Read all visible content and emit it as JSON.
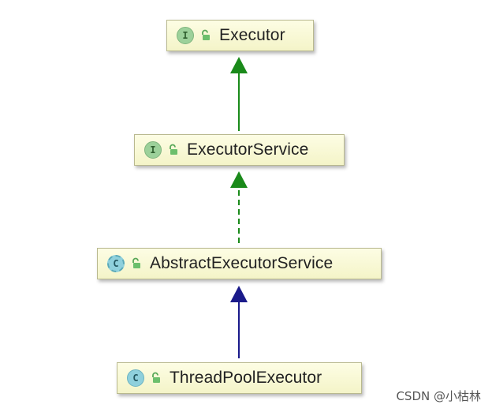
{
  "nodes": {
    "executor": {
      "badge": "I",
      "name": "Executor"
    },
    "executor_service": {
      "badge": "I",
      "name": "ExecutorService"
    },
    "abstract_executor_service": {
      "badge": "C",
      "name": "AbstractExecutorService"
    },
    "thread_pool_executor": {
      "badge": "C",
      "name": "ThreadPoolExecutor"
    }
  },
  "edges": [
    {
      "from": "ExecutorService",
      "to": "Executor",
      "style": "solid",
      "color": "#1a8a1a"
    },
    {
      "from": "AbstractExecutorService",
      "to": "ExecutorService",
      "style": "dashed",
      "color": "#1a8a1a"
    },
    {
      "from": "ThreadPoolExecutor",
      "to": "AbstractExecutorService",
      "style": "solid",
      "color": "#1a1a8a"
    }
  ],
  "colors": {
    "interface_badge": "#9cd19a",
    "class_badge": "#8fd0dc",
    "node_fill": "#f7f7d0",
    "extends_interface_arrow": "#1a8a1a",
    "extends_class_arrow": "#1a1a8a"
  },
  "watermark": "CSDN @小枯林"
}
